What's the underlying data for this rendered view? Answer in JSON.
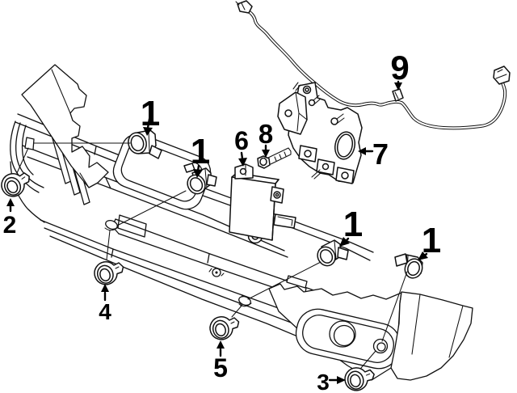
{
  "diagram": {
    "background": "#ffffff",
    "line_color": "#111111",
    "callouts": {
      "c1": "1",
      "c2": "2",
      "c3": "3",
      "c4": "4",
      "c5": "5",
      "c6": "6",
      "c7": "7",
      "c8": "8",
      "c9": "9"
    }
  }
}
